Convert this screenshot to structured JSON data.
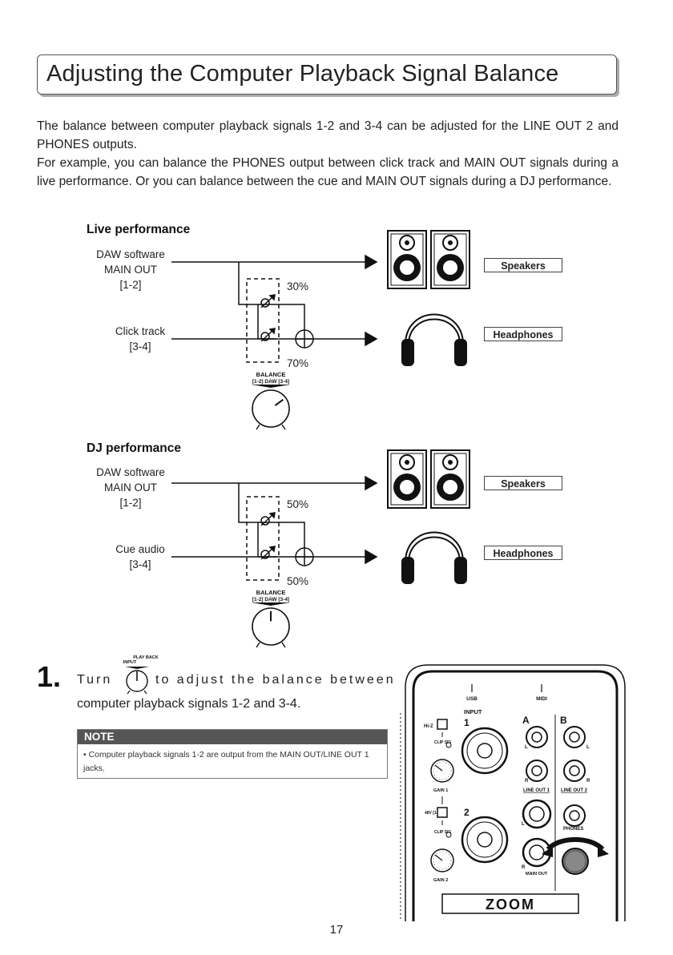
{
  "title": "Adjusting the Computer Playback Signal Balance",
  "intro": [
    "The balance between computer playback signals 1-2 and 3-4 can be adjusted for the LINE OUT 2 and PHONES outputs.",
    "For example, you can balance the PHONES output between click track and MAIN OUT signals during a live performance. Or you can balance between the cue and MAIN OUT signals during a DJ performance."
  ],
  "live": {
    "heading": "Live performance",
    "input1": [
      "DAW software",
      "MAIN OUT",
      "[1-2]"
    ],
    "input2": [
      "Click track",
      "[3-4]"
    ],
    "pct_top": "30%",
    "pct_bottom": "70%",
    "knob_label": "BALANCE",
    "knob_sub": "[1-2] DAW [3-4]",
    "knob_level": 0.7,
    "speakers": "Speakers",
    "headphones": "Headphones"
  },
  "dj": {
    "heading": "DJ performance",
    "input1": [
      "DAW software",
      "MAIN OUT",
      "[1-2]"
    ],
    "input2": [
      "Cue audio",
      "[3-4]"
    ],
    "pct_top": "50%",
    "pct_bottom": "50%",
    "knob_label": "BALANCE",
    "knob_sub": "[1-2] DAW [3-4]",
    "knob_level": 0.5,
    "speakers": "Speakers",
    "headphones": "Headphones"
  },
  "step": {
    "number": "1.",
    "turn": "Turn",
    "rest": "to adjust the balance between",
    "line2": "computer playback signals 1-2 and 3-4.",
    "inline_knob_left": "INPUT",
    "inline_knob_right": "PLAY BACK"
  },
  "note": {
    "heading": "NOTE",
    "text": "• Computer playback signals 1-2 are output from the MAIN OUT/LINE OUT 1 jacks."
  },
  "device": {
    "usb": "USB",
    "midi": "MIDI",
    "input": "INPUT",
    "ch1": "1",
    "ch2": "2",
    "hiz": "Hi-Z",
    "clip_sig": "CLIP SIG",
    "gain1": "GAIN 1",
    "gain2": "GAIN 2",
    "phantom": "48V [1-2]",
    "a": "A",
    "b": "B",
    "line_out_1": "LINE OUT 1",
    "line_out_2": "LINE OUT 2",
    "main_out": "MAIN OUT",
    "phones": "PHONES",
    "brand": "ZOOM",
    "l": "L",
    "r": "R"
  },
  "page_number": "17"
}
